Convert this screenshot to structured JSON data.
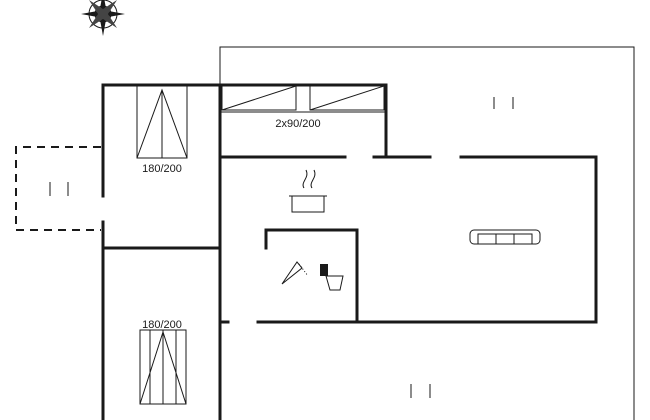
{
  "plan": {
    "labels": {
      "bed_top_left": "180/200",
      "beds_top_middle": "2x90/200",
      "bed_bottom_left": "180/200"
    },
    "icons": [
      "compass-rose-icon",
      "cooking-pot-icon",
      "shower-icon",
      "toilet-icon",
      "sofa-icon",
      "terrace-marker-icon"
    ],
    "colors": {
      "line": "#1a1a1a",
      "background": "#ffffff"
    }
  }
}
